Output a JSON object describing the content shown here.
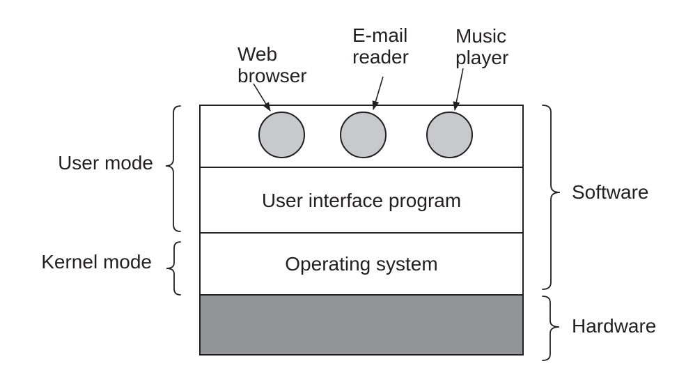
{
  "diagram": {
    "title_semantic": "Operating system layers diagram",
    "top_labels": [
      {
        "id": "web-browser",
        "label": "Web\nbrowser"
      },
      {
        "id": "email-reader",
        "label": "E-mail\nreader"
      },
      {
        "id": "music-player",
        "label": "Music\nplayer"
      }
    ],
    "layers": {
      "user_interface_program": "User interface program",
      "operating_system": "Operating system"
    },
    "side_labels": {
      "user_mode": "User mode",
      "kernel_mode": "Kernel mode",
      "software": "Software",
      "hardware": "Hardware"
    },
    "colors": {
      "line": "#231f20",
      "circle_fill": "#c8c9ca",
      "hardware_fill": "#929497"
    }
  }
}
